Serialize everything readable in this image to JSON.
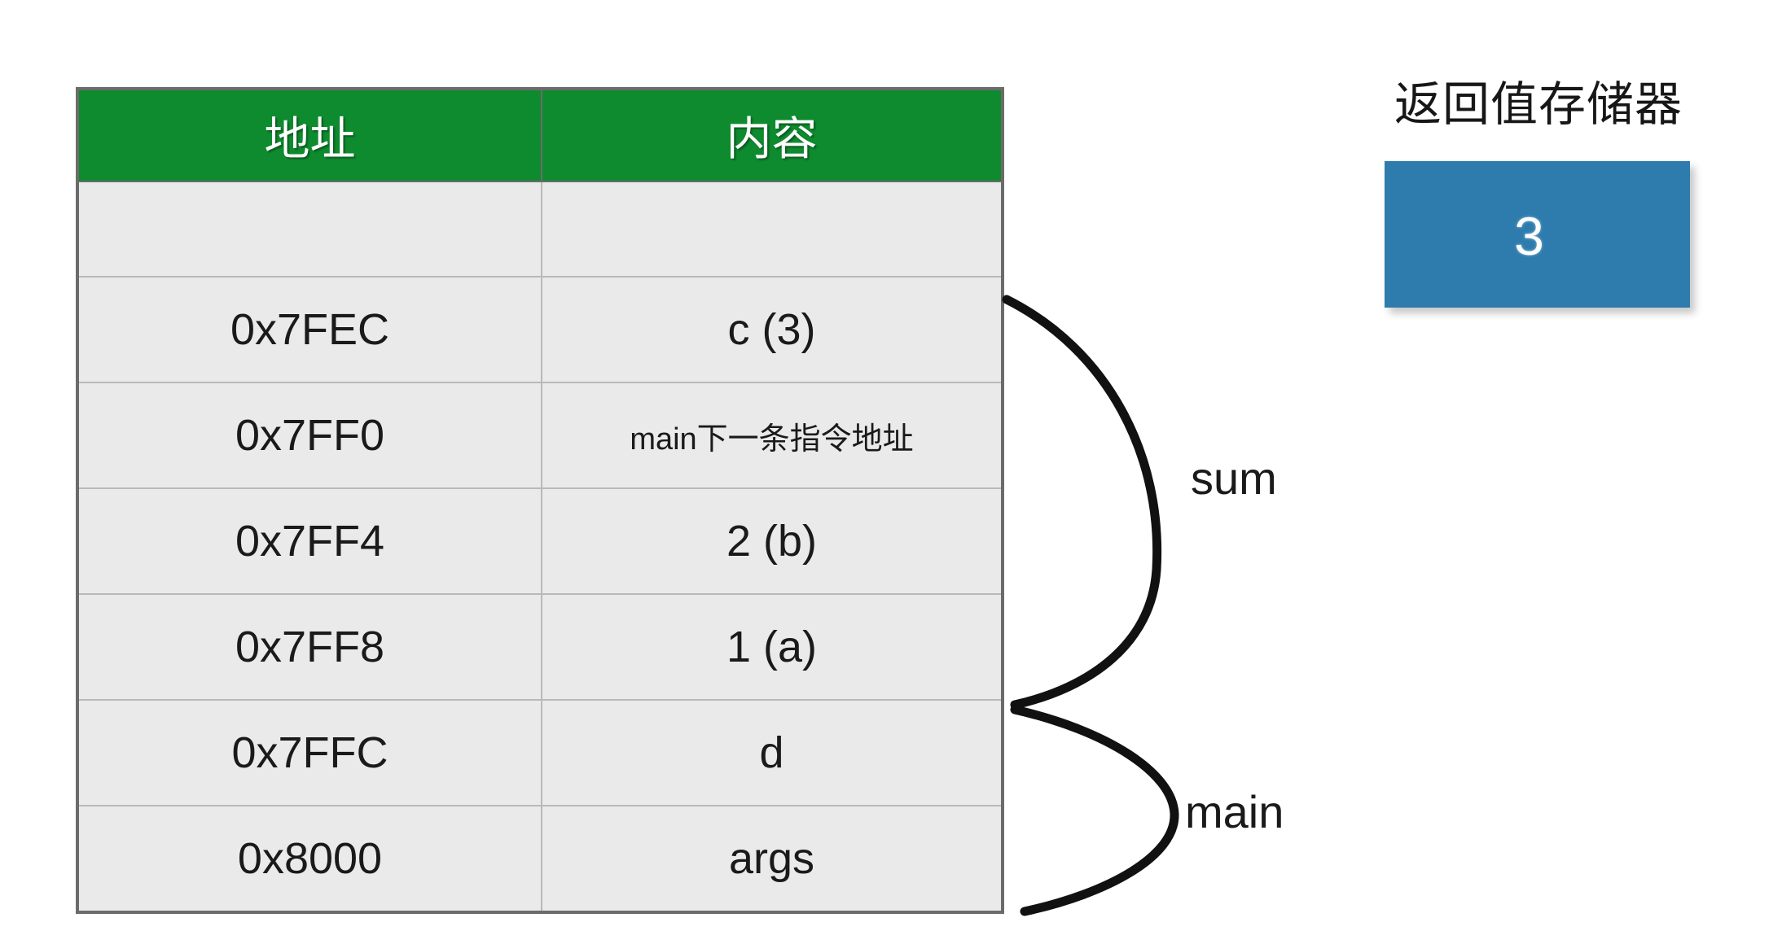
{
  "table": {
    "headers": [
      "地址",
      "内容"
    ],
    "rows": [
      {
        "address": "",
        "content": "",
        "empty": true
      },
      {
        "address": "0x7FEC",
        "content": "c (3)"
      },
      {
        "address": "0x7FF0",
        "content": "main下一条指令地址",
        "small": true
      },
      {
        "address": "0x7FF4",
        "content": "2 (b)"
      },
      {
        "address": "0x7FF8",
        "content": "1 (a)"
      },
      {
        "address": "0x7FFC",
        "content": "d"
      },
      {
        "address": "0x8000",
        "content": "args"
      }
    ],
    "header_background": "#0E8B2F",
    "cell_background": "#EAEAEA",
    "border_color": "#6B6B6B"
  },
  "braces": [
    {
      "label": "sum",
      "spans_rows": [
        "0x7FEC",
        "0x7FF0",
        "0x7FF4",
        "0x7FF8"
      ]
    },
    {
      "label": "main",
      "spans_rows": [
        "0x7FFC",
        "0x8000"
      ]
    }
  ],
  "return_register": {
    "title": "返回值存储器",
    "value": "3",
    "box_color": "#2E7CAD",
    "value_color": "#FFFFFF"
  }
}
